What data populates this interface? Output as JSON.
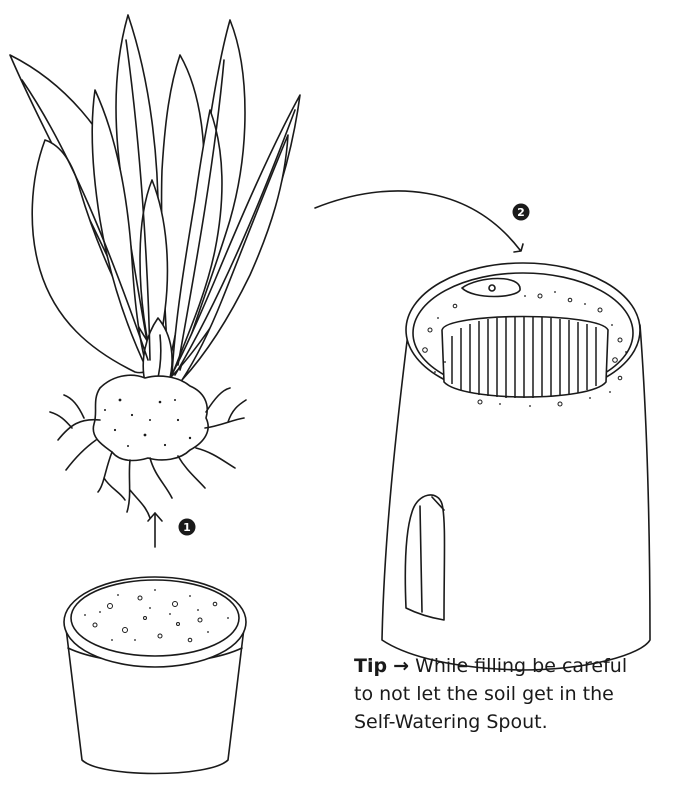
{
  "steps": [
    {
      "number": "1",
      "arrow": "up"
    },
    {
      "number": "2",
      "arrow": "curved-down"
    }
  ],
  "tip": {
    "label": "Tip",
    "arrow": "→",
    "line1": " While filling be careful",
    "line2": "to not let the soil get in the",
    "line3": "Self-Watering Spout."
  },
  "colors": {
    "ink": "#1a1a1a",
    "background": "#ffffff"
  }
}
